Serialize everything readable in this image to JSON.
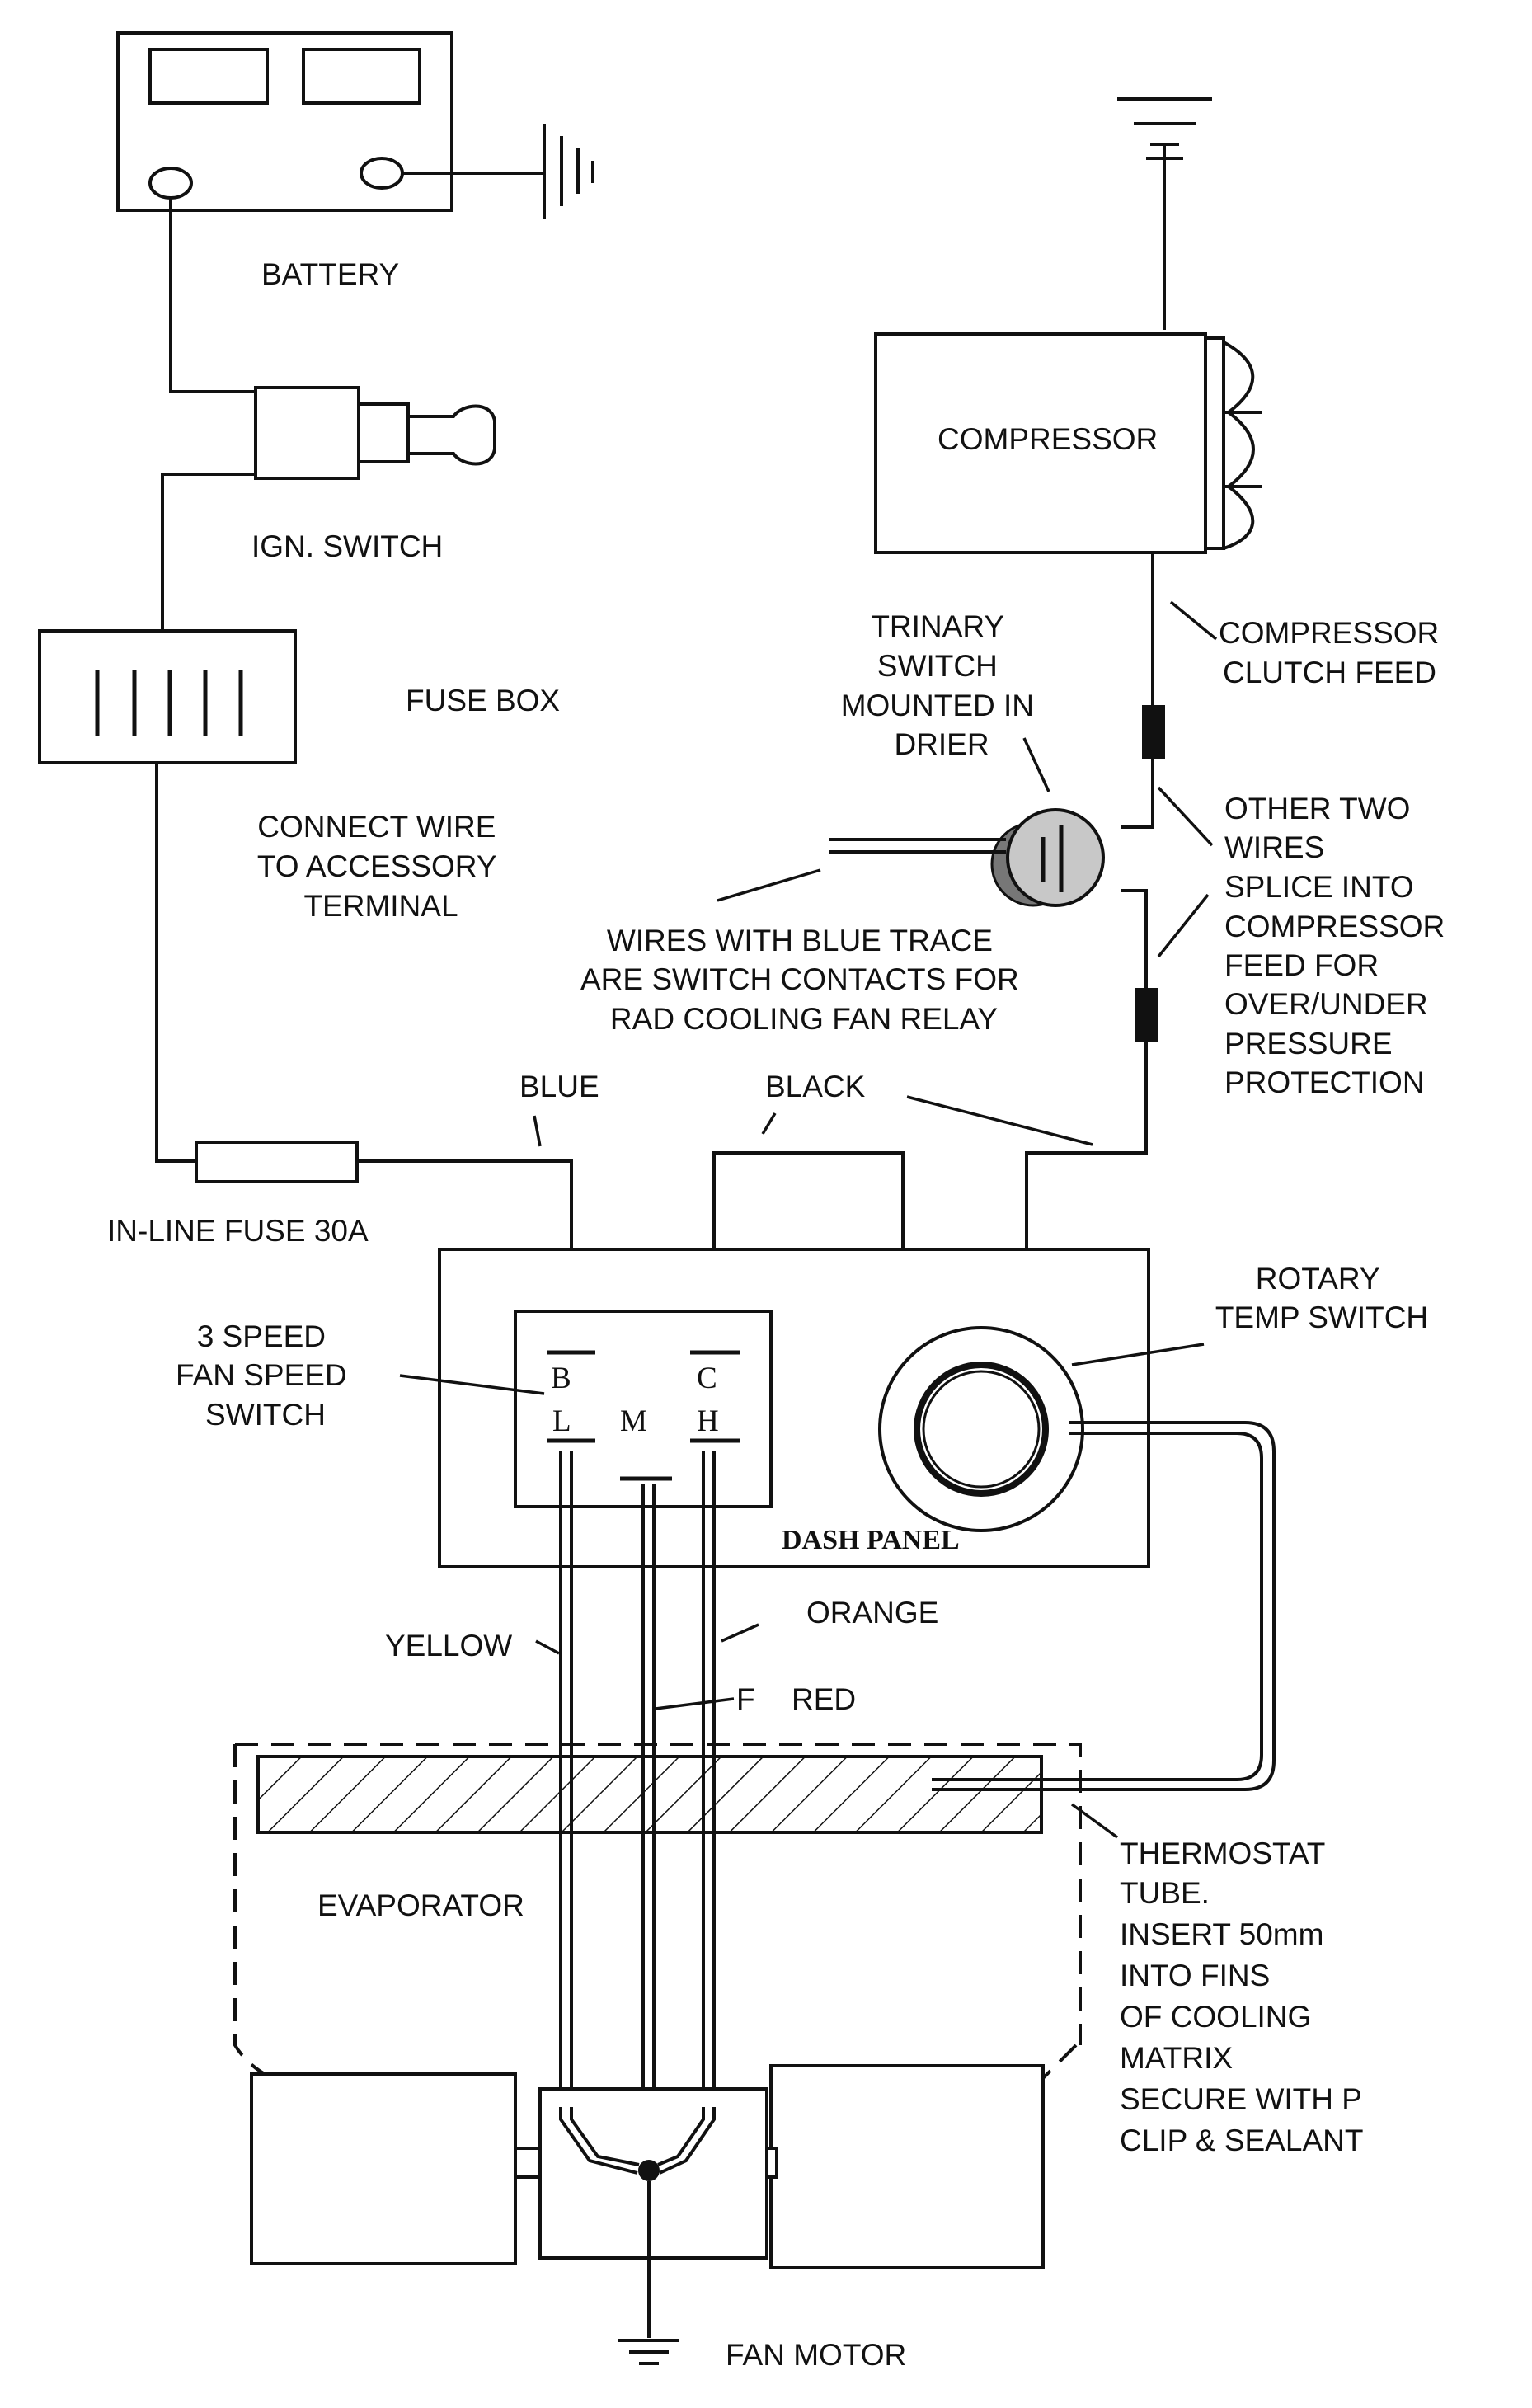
{
  "labels": {
    "battery": "BATTERY",
    "ign_switch": "IGN. SWITCH",
    "fuse_box": "FUSE BOX",
    "connect_wire": [
      "CONNECT WIRE",
      "TO ACCESSORY",
      "TERMINAL"
    ],
    "compressor": "COMPRESSOR",
    "compressor_clutch_feed": [
      "COMPRESSOR",
      "CLUTCH FEED"
    ],
    "trinary_switch": [
      "TRINARY",
      "SWITCH",
      "MOUNTED IN",
      "DRIER"
    ],
    "other_two_wires": [
      "OTHER TWO",
      "WIRES",
      "SPLICE INTO",
      "COMPRESSOR",
      "FEED FOR",
      "OVER/UNDER",
      "PRESSURE",
      "PROTECTION"
    ],
    "blue_trace": [
      "WIRES  WITH BLUE TRACE",
      "ARE SWITCH CONTACTS FOR",
      "RAD COOLING FAN  RELAY"
    ],
    "blue": "BLUE",
    "black": "BLACK",
    "inline_fuse": "IN-LINE FUSE 30A",
    "fan_speed_switch": [
      "3 SPEED",
      "FAN SPEED",
      "SWITCH"
    ],
    "rotary_temp_switch": [
      "ROTARY",
      "TEMP SWITCH"
    ],
    "dash_panel": "DASH PANEL",
    "yellow": "YELLOW",
    "orange": "ORANGE",
    "red": "RED",
    "thermostat_tube": [
      "THERMOSTAT",
      "TUBE.",
      "INSERT 50mm",
      "INTO FINS",
      "OF COOLING",
      "MATRIX",
      "SECURE WITH P",
      "CLIP & SEALANT"
    ],
    "evaporator": "EVAPORATOR",
    "fan_motor": "FAN MOTOR"
  },
  "terminals": {
    "b": "B",
    "c": "C",
    "l": "L",
    "m": "M",
    "h": "H",
    "f": "F"
  }
}
